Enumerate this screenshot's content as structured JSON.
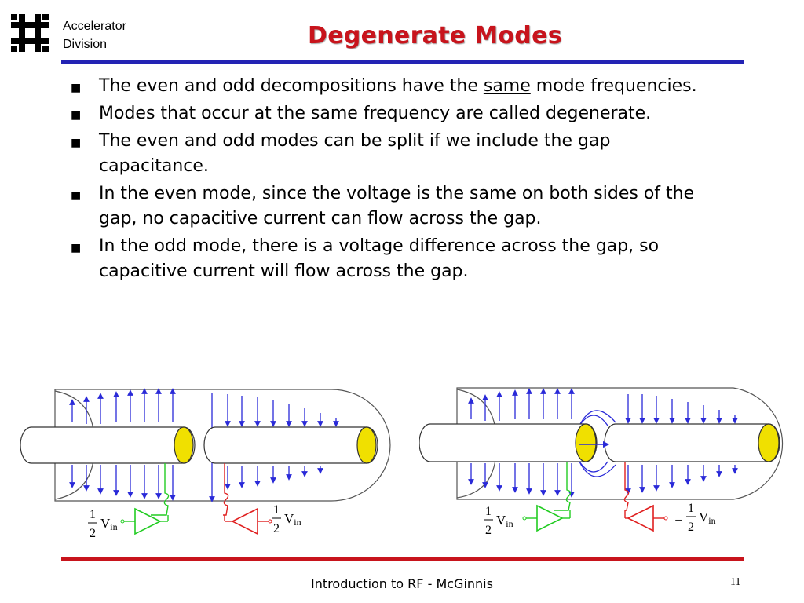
{
  "header": {
    "org_line1": "Accelerator",
    "org_line2": "Division",
    "title": "Degenerate Modes"
  },
  "bullets": [
    {
      "before": "The even and odd decompositions have the ",
      "underlined": "same",
      "after": " mode frequencies."
    },
    {
      "before": "Modes that occur at the same frequency are called degenerate.",
      "underlined": "",
      "after": ""
    },
    {
      "before": "The even and odd modes can be split if we include the gap capacitance.",
      "underlined": "",
      "after": ""
    },
    {
      "before": "In the even mode, since the voltage is the same on both sides of the gap, no capacitive current can flow across the gap.",
      "underlined": "",
      "after": ""
    },
    {
      "before": "In the odd mode, there is a voltage difference across the gap, so capacitive current will flow across the gap.",
      "underlined": "",
      "after": ""
    }
  ],
  "diagrams": {
    "even": {
      "left_label": "V",
      "left_sub": "in",
      "left_frac_num": "1",
      "left_frac_den": "2",
      "right_label": "V",
      "right_sub": "in",
      "right_frac_num": "1",
      "right_frac_den": "2",
      "right_sign": ""
    },
    "odd": {
      "left_label": "V",
      "left_sub": "in",
      "left_frac_num": "1",
      "left_frac_den": "2",
      "right_label": "V",
      "right_sub": "in",
      "right_frac_num": "1",
      "right_frac_den": "2",
      "right_sign": "−"
    }
  },
  "colors": {
    "title": "#c8141c",
    "top_rule": "#2323b4",
    "bottom_rule": "#c8141c",
    "field_arrow": "#2a2ad8",
    "conductor_end": "#f0e000",
    "left_source": "#22cc22",
    "right_source": "#e02020"
  },
  "footer": {
    "text": "Introduction to RF - McGinnis",
    "page": "11"
  }
}
